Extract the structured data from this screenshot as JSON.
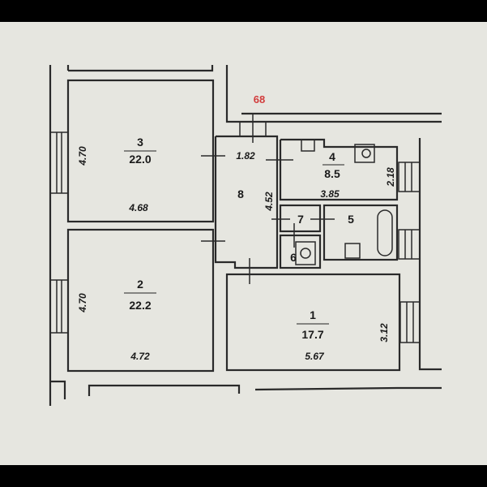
{
  "plan": {
    "apartment_number": "68",
    "accent_color": "#d23c3c",
    "rooms": [
      {
        "id": "1",
        "area": "17.7",
        "width": "5.67",
        "depth": "3.12"
      },
      {
        "id": "2",
        "area": "22.2",
        "width": "4.72",
        "depth": "4.70"
      },
      {
        "id": "3",
        "area": "22.0",
        "width": "4.68",
        "depth": "4.70"
      },
      {
        "id": "4",
        "area": "8.5",
        "width": "3.85",
        "depth": "2.18"
      },
      {
        "id": "5"
      },
      {
        "id": "6"
      },
      {
        "id": "7"
      },
      {
        "id": "8",
        "width": "1.82",
        "depth": "4.52"
      }
    ]
  }
}
